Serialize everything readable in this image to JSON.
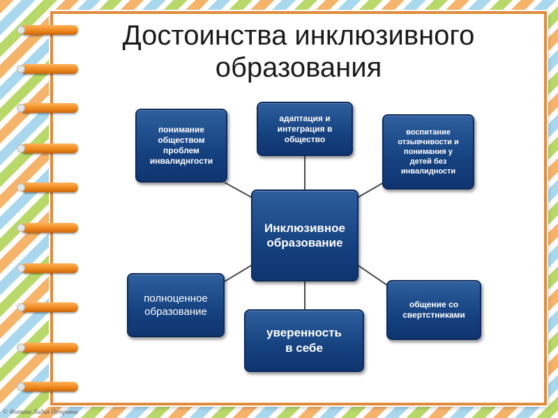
{
  "title": "Достоинства инклюзивного\nобразования",
  "center": "Инклюзивное\nобразование",
  "items": {
    "understanding": "понимание\nобществом\nпроблем\nинвалиднгости",
    "adaptation": "адаптация и\nинтеграция в\nобщество",
    "upbringing": "воспитание\nотзывчивости и\nпонимания у\nдетей без\nинвалидности",
    "full_education": "полноценное\nобразование",
    "confidence": "уверенность\nв себе",
    "communication": "общение со\nсвертстниками"
  },
  "credit": "© Фотина Лидия Петровна",
  "colors": {
    "box_fill": "#15417f",
    "box_border": "#0b2a5c",
    "frame_border": "#e08a3c",
    "ring": "#f08a1e",
    "connector": "#4a4a4a"
  },
  "icons": [
    "spiral-binding-ring"
  ]
}
